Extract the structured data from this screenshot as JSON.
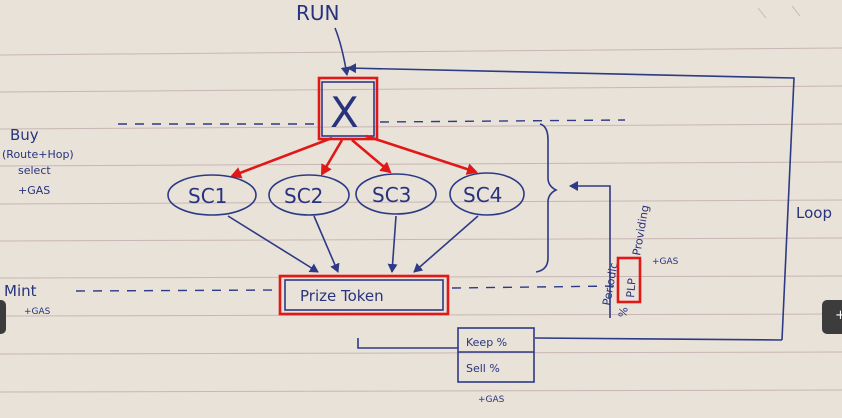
{
  "labels": {
    "run": "RUN",
    "x": "X",
    "buy": "Buy",
    "route_hop": "(Route+Hop)",
    "select": "select",
    "gas_buy": "+GAS",
    "sc1": "SC1",
    "sc2": "SC2",
    "sc3": "SC3",
    "sc4": "SC4",
    "mint": "Mint",
    "gas_mint": "+GAS",
    "prize_token": "Prize Token",
    "keep": "Keep %",
    "sell": "Sell %",
    "gas_bottom": "+GAS",
    "periodic": "Periodic",
    "percent": "%",
    "plp": "PLP",
    "providing": "Providing",
    "gas_right": "+GAS",
    "loop": "Loop"
  },
  "colors": {
    "paper": "#e9e2d8",
    "ink": "#28337e",
    "highlight": "#e01818"
  },
  "edge_button": "+"
}
